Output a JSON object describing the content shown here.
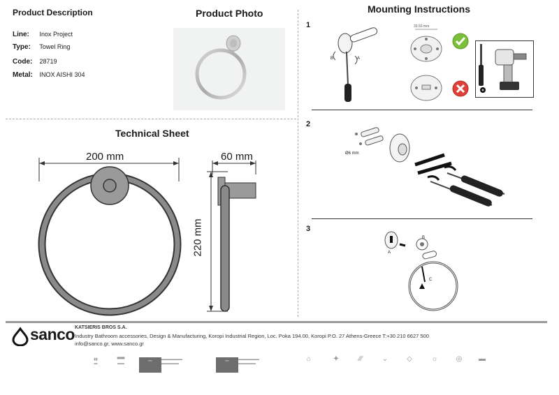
{
  "product_description": {
    "heading": "Product Description",
    "specs": [
      {
        "label": "Line:",
        "value": "Inox Project"
      },
      {
        "label": "Type:",
        "value": "Towel Ring"
      },
      {
        "label": "Code:",
        "value": "28719"
      },
      {
        "label": "Metal:",
        "value": "INOX AISHI 304"
      }
    ]
  },
  "product_photo": {
    "heading": "Product Photo"
  },
  "technical_sheet": {
    "heading": "Technical Sheet",
    "width_dim": "200 mm",
    "depth_dim": "60 mm",
    "height_dim": "220 mm"
  },
  "mounting": {
    "heading": "Mounting Instructions",
    "steps": [
      {
        "number": "1",
        "label_a": "A",
        "label_b": "B",
        "plate_dim": "33.50 mm"
      },
      {
        "number": "2",
        "drill_dim": "Ø6 mm"
      },
      {
        "number": "3",
        "label_a": "A",
        "label_b": "B",
        "label_c": "C"
      }
    ]
  },
  "footer": {
    "logo_text": "sanco",
    "company": "KATSIERIS BROS S.A.",
    "address": "Industry Bathroom accessories, Design & Manufacturing, Koropi Industrial Region, Loc. Poka 194.00, Koropi P.O. 27  Athens-Greece  T:+30 210 6627 500",
    "contact": "info@sanco.gr, www.sanco.gr"
  },
  "colors": {
    "accent_green": "#7bbf3a",
    "accent_red": "#e0403a",
    "rule_gray": "#9a9a9a"
  }
}
